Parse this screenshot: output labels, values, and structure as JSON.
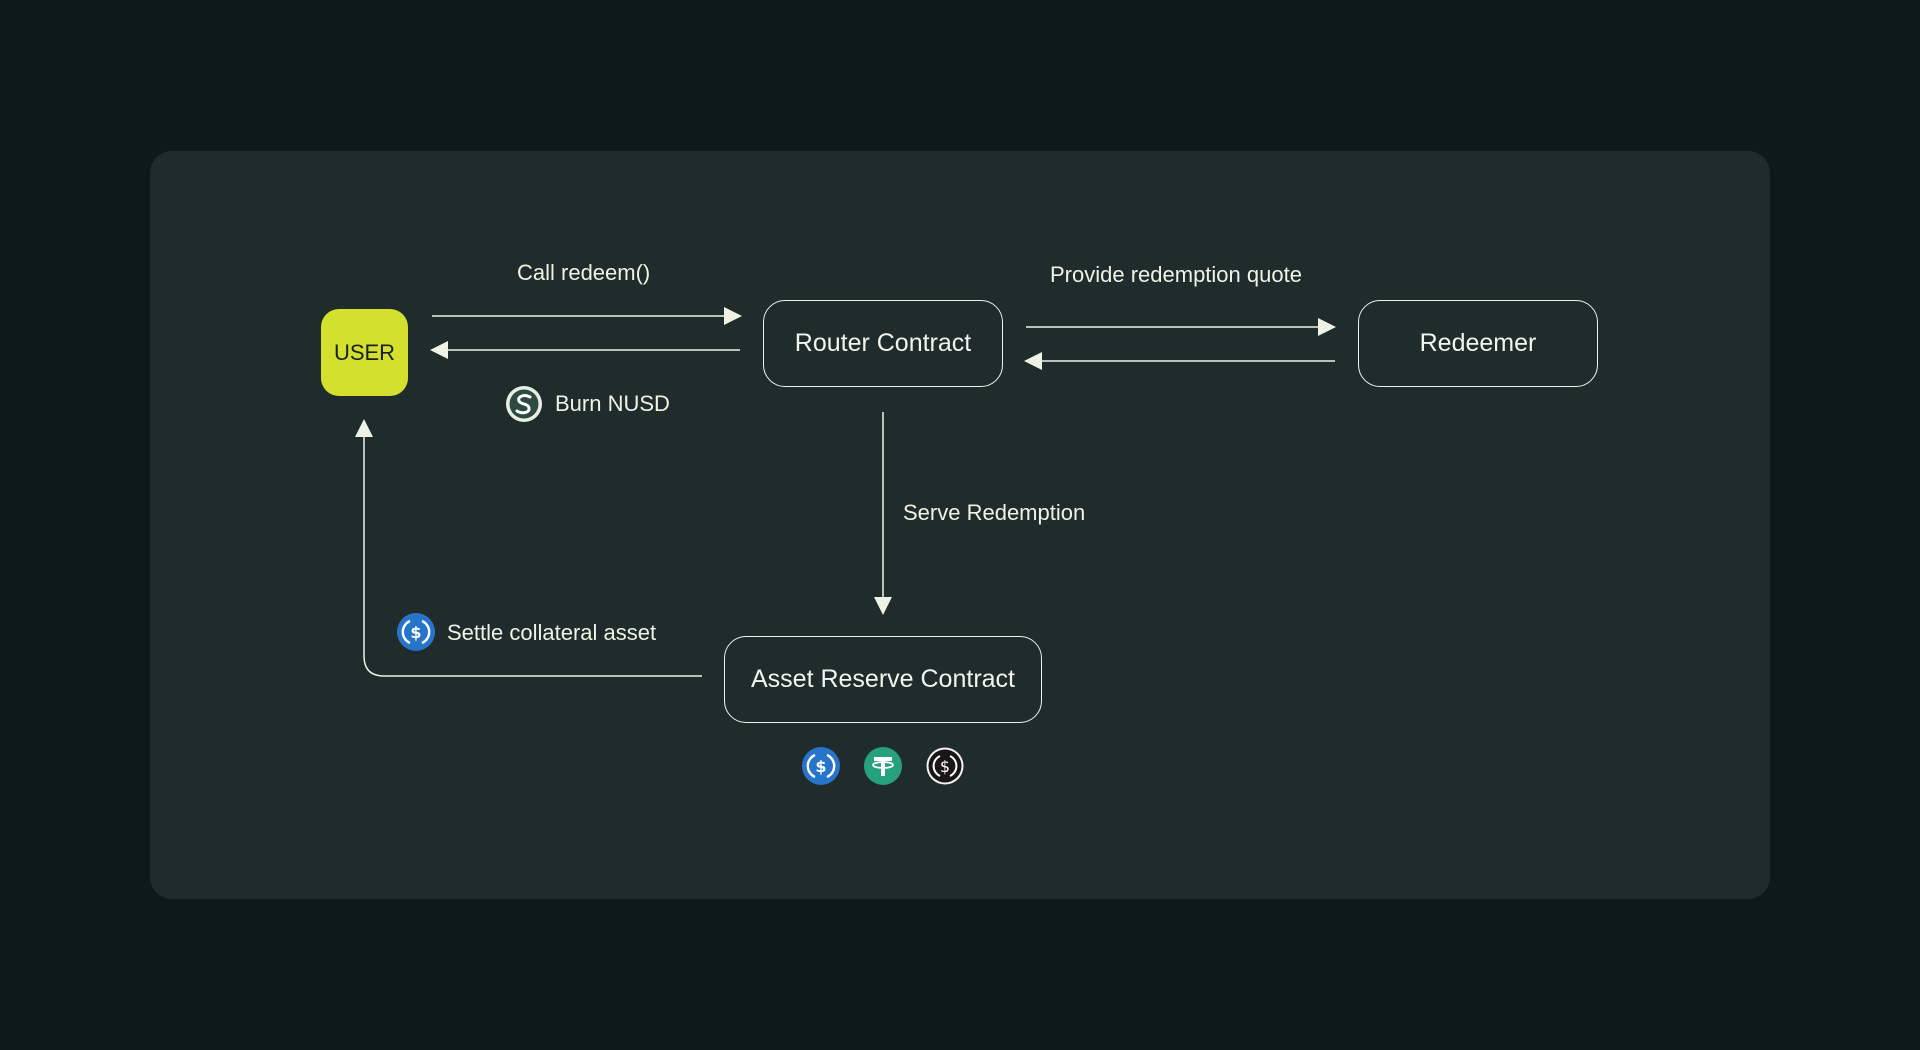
{
  "diagram": {
    "nodes": {
      "user": "USER",
      "router": "Router Contract",
      "redeemer": "Redeemer",
      "reserve": "Asset Reserve Contract"
    },
    "edges": {
      "call_redeem": "Call redeem()",
      "burn_nusd": "Burn NUSD",
      "provide_quote": "Provide redemption quote",
      "serve_redemption": "Serve Redemption",
      "settle_collateral": "Settle collateral asset"
    },
    "assets": [
      "usdc-icon",
      "usdt-icon",
      "usd-coin-icon"
    ],
    "colors": {
      "background": "#0e1a1a",
      "panel": "#1f2c2b",
      "accent": "#d3e12e",
      "line": "#eef3e6",
      "usdc": "#2775ca",
      "usdt": "#26a17b"
    }
  }
}
